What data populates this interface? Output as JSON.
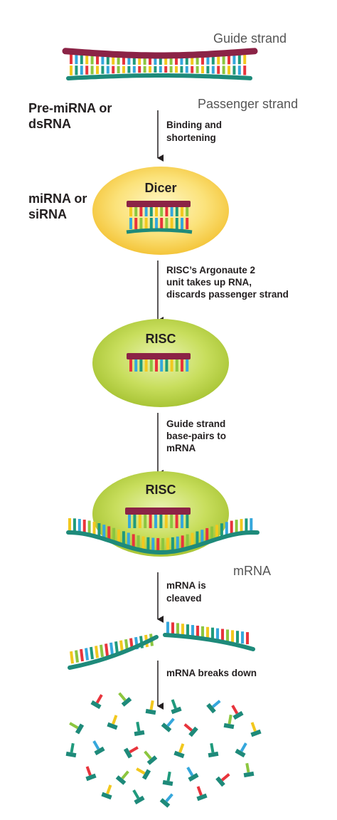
{
  "labels": {
    "guide_strand": "Guide strand",
    "passenger_strand": "Passenger strand",
    "pre_mirna_line1": "Pre-miRNA or",
    "pre_mirna_line2": "dsRNA",
    "mirna_line1": "miRNA or",
    "mirna_line2": "siRNA",
    "mrna": "mRNA"
  },
  "blobs": {
    "dicer": "Dicer",
    "risc_1": "RISC",
    "risc_2": "RISC"
  },
  "steps": [
    {
      "lines": [
        "Binding and",
        "shortening"
      ]
    },
    {
      "lines": [
        "RISC’s Argonaute 2",
        "unit takes up RNA,",
        "discards passenger strand"
      ]
    },
    {
      "lines": [
        "Guide strand",
        "base-pairs to",
        "mRNA"
      ]
    },
    {
      "lines": [
        "mRNA is",
        "cleaved"
      ]
    },
    {
      "lines": [
        "mRNA breaks down"
      ]
    }
  ],
  "colors": {
    "guide_strand": "#8b2346",
    "passenger_strand": "#1e8a7a",
    "dicer_blob": "#f7cf45",
    "risc_blob": "#b6cf3a",
    "base_red": "#e8343c",
    "base_yellow": "#f2c81e",
    "base_blue": "#35a7dc",
    "base_green": "#8cc63f",
    "base_teal": "#1f9a7c",
    "arrow": "#231f20"
  }
}
